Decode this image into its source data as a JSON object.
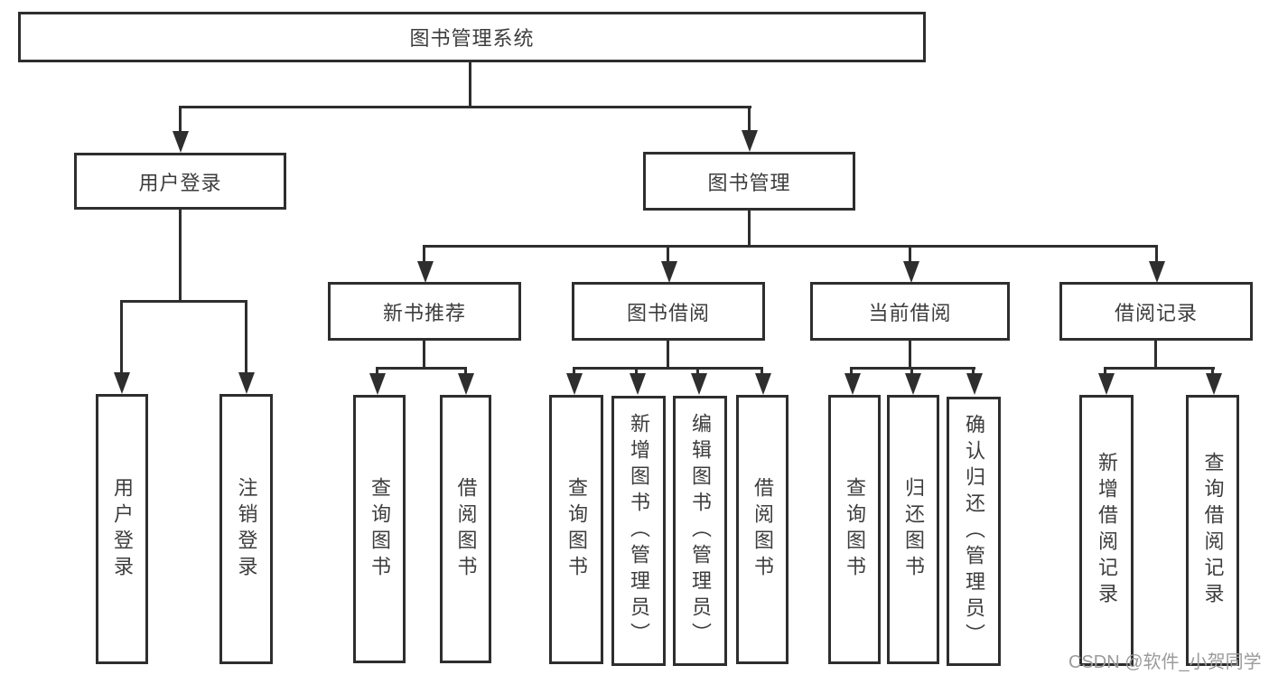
{
  "title": "图书管理系统",
  "nodes": {
    "root": "图书管理系统",
    "user_login": "用户登录",
    "book_mgmt": "图书管理",
    "new_book_rec": "新书推荐",
    "book_borrow": "图书借阅",
    "current_borrow": "当前借阅",
    "borrow_records": "借阅记录"
  },
  "leaves": {
    "user_login": [
      "用户登录",
      "注销登录"
    ],
    "new_book_rec": [
      "查询图书",
      "借阅图书"
    ],
    "book_borrow": [
      "查询图书",
      "新增图书（管理员）",
      "编辑图书（管理员）",
      "借阅图书"
    ],
    "current_borrow": [
      "查询图书",
      "归还图书",
      "确认归还（管理员）"
    ],
    "borrow_records": [
      "新增借阅记录",
      "查询借阅记录"
    ]
  },
  "watermark": "CSDN @软件_小贺同学",
  "colors": {
    "line": "#2e2e2e",
    "text": "#3d3d3d",
    "watermark": "#9b9b9b",
    "background": "#ffffff"
  }
}
